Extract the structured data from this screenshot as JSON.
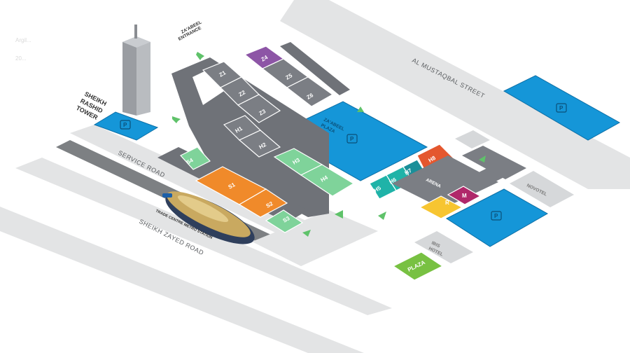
{
  "map": {
    "roads": {
      "al_mustaqbal": "AL MUSTAQBAL STREET",
      "service_road": "SERVICE ROAD",
      "sheikh_zayed": "SHEIKH ZAYED ROAD"
    },
    "landmarks": {
      "tower": [
        "SHEIKH",
        "RASHID",
        "TOWER"
      ],
      "metro": "TRADE CENTRE METRO STATION",
      "zabeel_entrance": [
        "ZA'ABEEL",
        "ENTRANCE"
      ],
      "zabeel_plaza": [
        "ZA'ABEEL",
        "PLAZA"
      ],
      "arena": "ARENA",
      "novotel": "NOVOTEL",
      "ibis": [
        "IBIS",
        "HOTEL"
      ],
      "plaza": "PLAZA",
      "watermark": [
        "Argil...",
        "20..."
      ]
    },
    "halls": {
      "z1": "Z1",
      "z2": "Z2",
      "z3": "Z3",
      "z4": "Z4",
      "z5": "Z5",
      "z6": "Z6",
      "h1": "H1",
      "h2": "H2",
      "h3": "H3",
      "h4": "H4",
      "h5": "H5",
      "h6": "H6",
      "h7": "H7",
      "h8": "H8",
      "s1": "S1",
      "s2": "S2",
      "s3": "S3",
      "s4": "S4",
      "r": "R",
      "m": "M"
    },
    "parking_symbol": "P",
    "colors": {
      "gray_hall": "#7b7e84",
      "parking": "#1596d8",
      "orange": "#f08a2a",
      "light_green": "#7fd39a",
      "teal": "#1fb3a8",
      "red_orange": "#e4572e",
      "magenta": "#b0286a",
      "yellow": "#f7c531",
      "lime": "#78c142",
      "purple": "#8d55a6"
    }
  }
}
